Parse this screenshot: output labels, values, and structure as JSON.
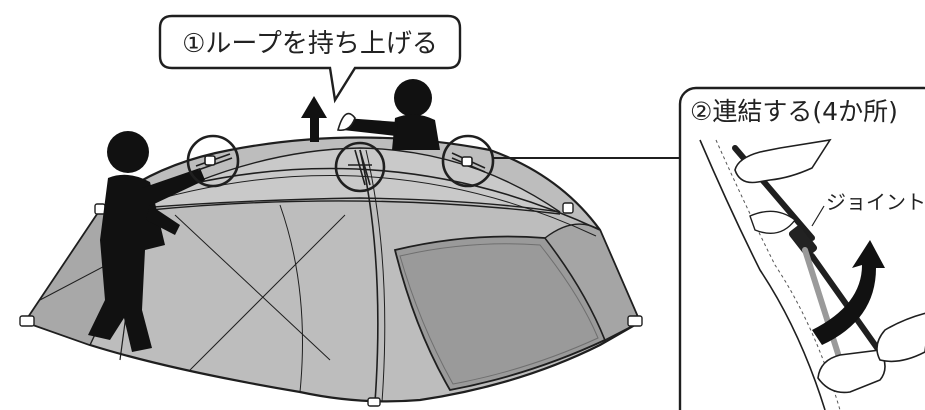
{
  "callouts": {
    "step1": "①ループを持ち上げる",
    "step2": "②連結する(4か所)",
    "joint": "ジョイント"
  },
  "colors": {
    "tent_fill": "#bdbdbd",
    "tent_dark": "#8e8e8e",
    "door_fill": "#9a9a9a",
    "outline": "#1f1f1f",
    "person": "#111111"
  },
  "icons": {
    "arrow_up": "up-arrow-icon",
    "curved_arrow": "curved-arrow-icon"
  }
}
